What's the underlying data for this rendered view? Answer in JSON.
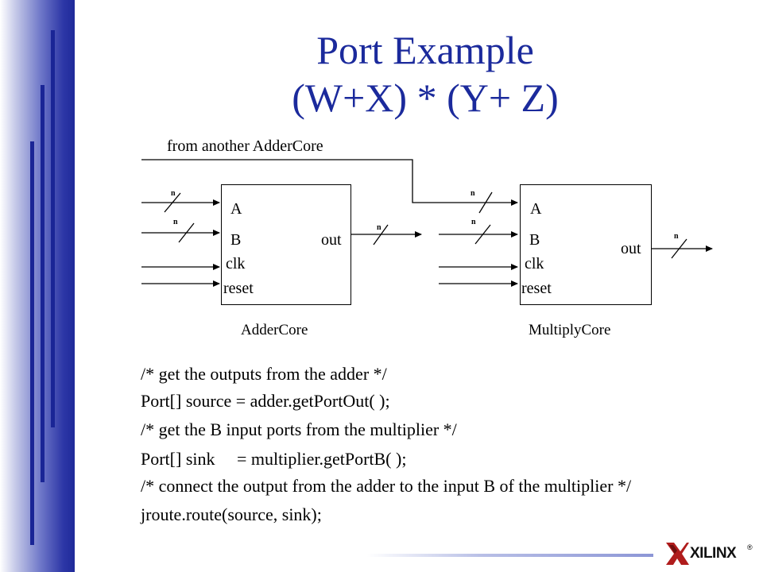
{
  "title": {
    "line1": "Port Example",
    "line2": "(W+X) * (Y+ Z)"
  },
  "diagram": {
    "feed_label": "from another AdderCore",
    "adder": {
      "name": "AdderCore",
      "ports": {
        "a": "A",
        "b": "B",
        "out": "out",
        "clk": "clk",
        "reset": "reset"
      }
    },
    "multiplier": {
      "name": "MultiplyCore",
      "ports": {
        "a": "A",
        "b": "B",
        "out": "out",
        "clk": "clk",
        "reset": "reset"
      }
    },
    "width_label": "n"
  },
  "code": {
    "lines": [
      "/* get the outputs from the adder */",
      "Port[] source = adder.getPortOut( );",
      "/* get the B input ports from the multiplier */",
      "Port[] sink     = multiplier.getPortB( );",
      "/* connect the output from the adder to the input B of the multiplier */",
      "jroute.route(source, sink);"
    ]
  },
  "logo": {
    "text": "XILINX",
    "mark": "®"
  },
  "colors": {
    "title": "#1b2a9c",
    "sidebar": "#1f2a9a"
  }
}
